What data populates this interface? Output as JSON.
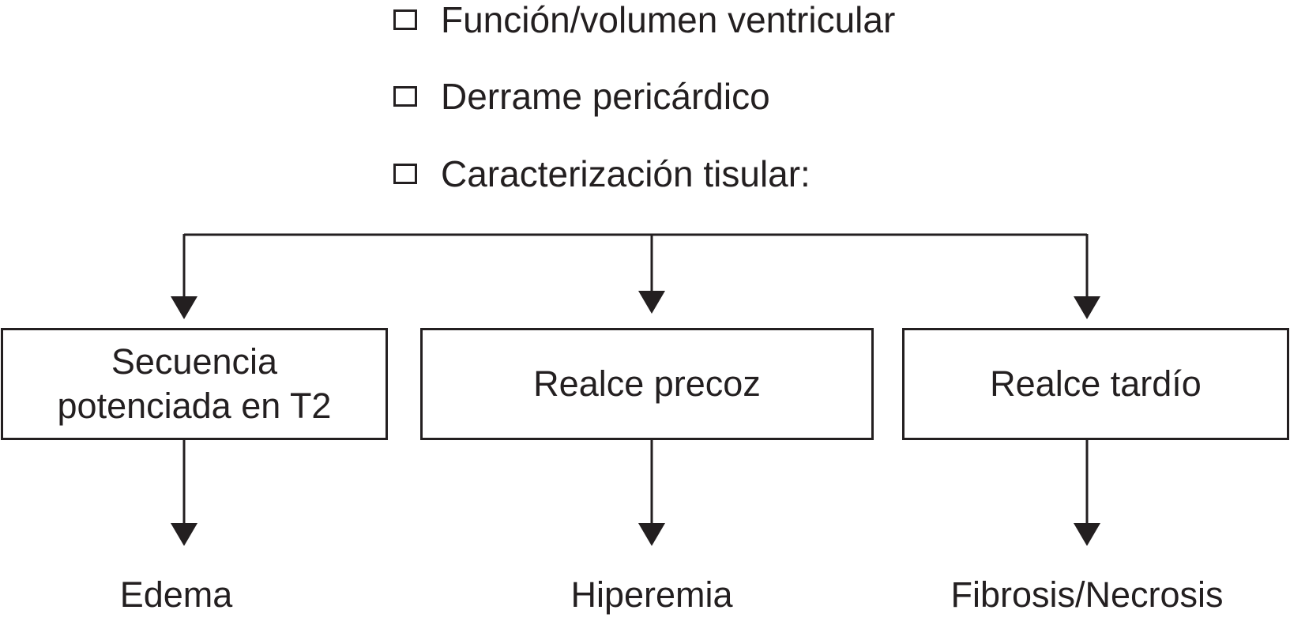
{
  "checklist": [
    {
      "label": "Función/volumen ventricular"
    },
    {
      "label": "Derrame pericárdico"
    },
    {
      "label": "Caracterización tisular:"
    }
  ],
  "boxes": [
    {
      "label_line1": "Secuencia",
      "label_line2": "potenciada en T2"
    },
    {
      "label": "Realce precoz"
    },
    {
      "label": "Realce tardío"
    }
  ],
  "outcomes": [
    {
      "label": "Edema"
    },
    {
      "label": "Hiperemia"
    },
    {
      "label": "Fibrosis/Necrosis"
    }
  ],
  "colors": {
    "ink": "#231f20",
    "background": "#ffffff"
  }
}
